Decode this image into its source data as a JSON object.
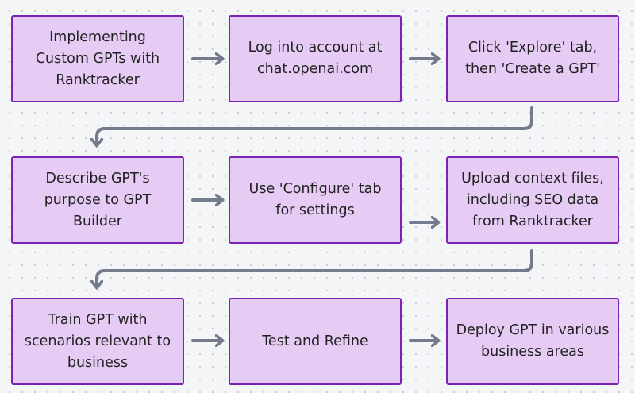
{
  "colors": {
    "node_fill": "#e6ccf5",
    "node_border": "#7a22b2",
    "connector": "#737b8c",
    "background": "#f4f5f7"
  },
  "nodes": [
    {
      "label": "Implementing Custom GPTs with Ranktracker"
    },
    {
      "label": "Log into account at chat.openai.com"
    },
    {
      "label": "Click 'Explore' tab, then 'Create a GPT'"
    },
    {
      "label": "Describe GPT's purpose to GPT Builder"
    },
    {
      "label": "Use 'Configure' tab for settings"
    },
    {
      "label": "Upload context files, including SEO data from Ranktracker"
    },
    {
      "label": "Train GPT with scenarios relevant to business"
    },
    {
      "label": "Test and Refine"
    },
    {
      "label": "Deploy GPT in various business areas"
    }
  ]
}
